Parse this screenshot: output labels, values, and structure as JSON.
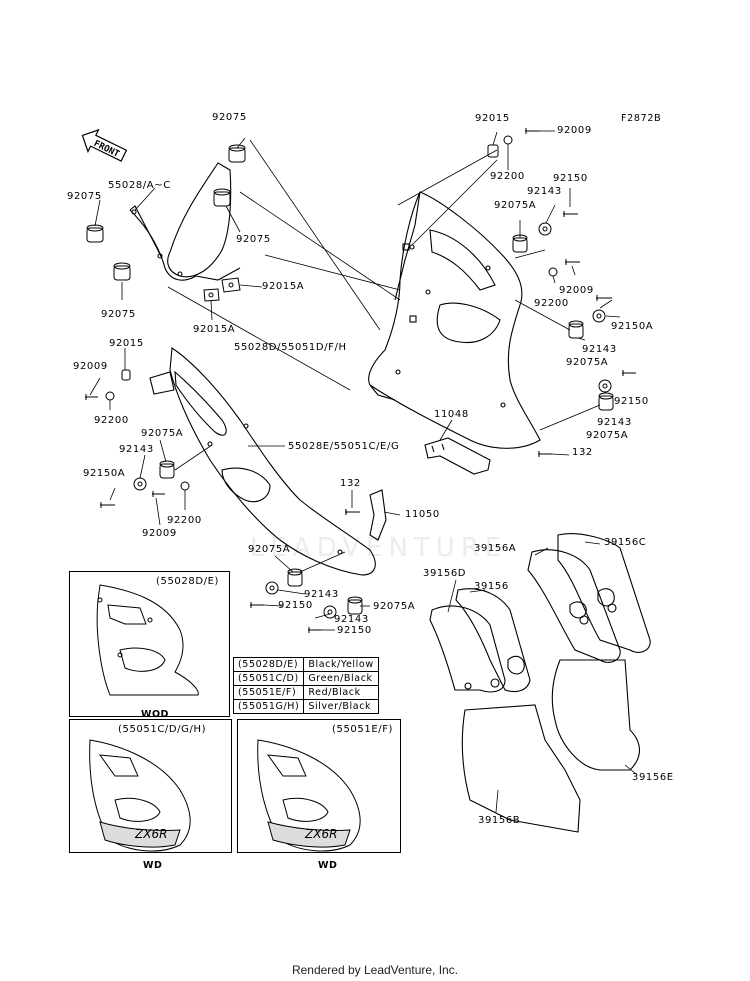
{
  "figure": {
    "code": "F2872B",
    "front_label": "FRONT"
  },
  "labels": {
    "l_92075_top": "92075",
    "l_55028_ac": "55028/A~C",
    "l_92075_left": "92075",
    "l_92075_mid": "92075",
    "l_92075_low": "92075",
    "l_92015a_1": "92015A",
    "l_92015a_2": "92015A",
    "l_55028d": "55028D/55051D/F/H",
    "l_92015_left": "92015",
    "l_92009_left": "92009",
    "l_92200_left": "92200",
    "l_92075a_left": "92075A",
    "l_92143_left": "92143",
    "l_92150a_left": "92150A",
    "l_92200_left2": "92200",
    "l_92009_left2": "92009",
    "l_55028e": "55028E/55051C/E/G",
    "l_92015_top": "92015",
    "l_92009_top": "92009",
    "l_92200_top": "92200",
    "l_92143_r1": "92143",
    "l_92150_r1": "92150",
    "l_92075a_r1": "92075A",
    "l_92009_r2": "92009",
    "l_92200_r2": "92200",
    "l_92150a_r": "92150A",
    "l_92143_r2": "92143",
    "l_92075a_r2": "92075A",
    "l_92150_r3": "92150",
    "l_92143_r3": "92143",
    "l_92075a_r3": "92075A",
    "l_11048": "11048",
    "l_132_a": "132",
    "l_132_b": "132",
    "l_11050": "11050",
    "l_92075a_low": "92075A",
    "l_92143_low": "92143",
    "l_92150_low": "92150",
    "l_92143_low2": "92143",
    "l_92075a_low2": "92075A",
    "l_92150_low2": "92150",
    "l_39156a": "39156A",
    "l_39156c": "39156C",
    "l_39156d": "39156D",
    "l_39156": "39156",
    "l_39156e": "39156E",
    "l_39156b": "39156B"
  },
  "insets": {
    "top_left": {
      "title": "(55028D/E)",
      "caption": "WOD"
    },
    "bottom_left": {
      "title": "(55051C/D/G/H)",
      "caption": "WD"
    },
    "bottom_right": {
      "title": "(55051E/F)",
      "caption": "WD"
    }
  },
  "color_table": [
    {
      "part": "(55028D/E)",
      "color": "Black/Yellow"
    },
    {
      "part": "(55051C/D)",
      "color": "Green/Black"
    },
    {
      "part": "(55051E/F)",
      "color": "Red/Black"
    },
    {
      "part": "(55051G/H)",
      "color": "Silver/Black"
    }
  ],
  "footer": {
    "text": "Rendered by LeadVenture, Inc."
  },
  "colors": {
    "line": "#000000",
    "watermark": "#e6e6e6"
  }
}
